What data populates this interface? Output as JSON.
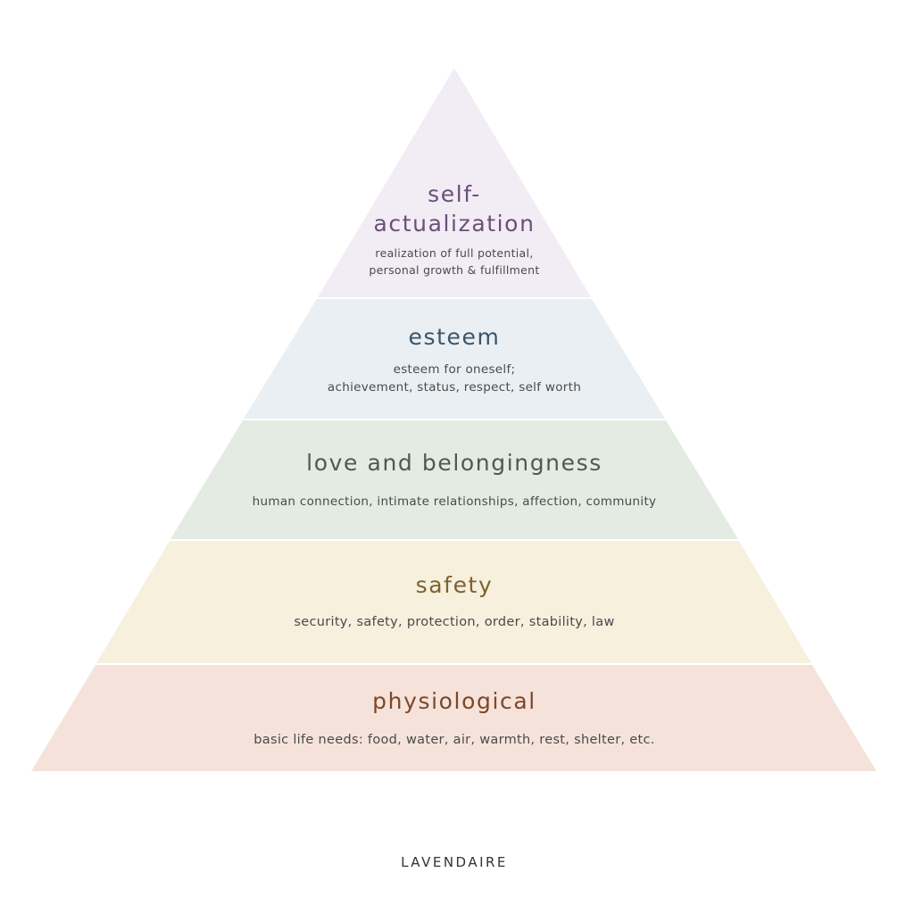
{
  "tiers": [
    {
      "id": "self-actualization",
      "title_lines": [
        "self-",
        "actualization"
      ],
      "desc_lines": [
        "realization of full potential,",
        "personal growth & fulfillment"
      ],
      "fill": "#f2edf4",
      "title_color": "#6a4f7a"
    },
    {
      "id": "esteem",
      "title_lines": [
        "esteem"
      ],
      "desc_lines": [
        "esteem for oneself;",
        "achievement, status, respect, self worth"
      ],
      "fill": "#eaeff3",
      "title_color": "#3c5566"
    },
    {
      "id": "love-and-belongingness",
      "title_lines": [
        "love and belongingness"
      ],
      "desc_lines": [
        "human connection, intimate relationships, affection, community"
      ],
      "fill": "#e3ebe3",
      "title_color": "#4e5a50"
    },
    {
      "id": "safety",
      "title_lines": [
        "safety"
      ],
      "desc_lines": [
        "security, safety, protection, order, stability, law"
      ],
      "fill": "#f6f0dd",
      "title_color": "#7d6130"
    },
    {
      "id": "physiological",
      "title_lines": [
        "physiological"
      ],
      "desc_lines": [
        "basic life needs: food, water, air, warmth, rest, shelter, etc."
      ],
      "fill": "#f5e3db",
      "title_color": "#7e4726"
    }
  ],
  "brand": "LAVENDAIRE"
}
